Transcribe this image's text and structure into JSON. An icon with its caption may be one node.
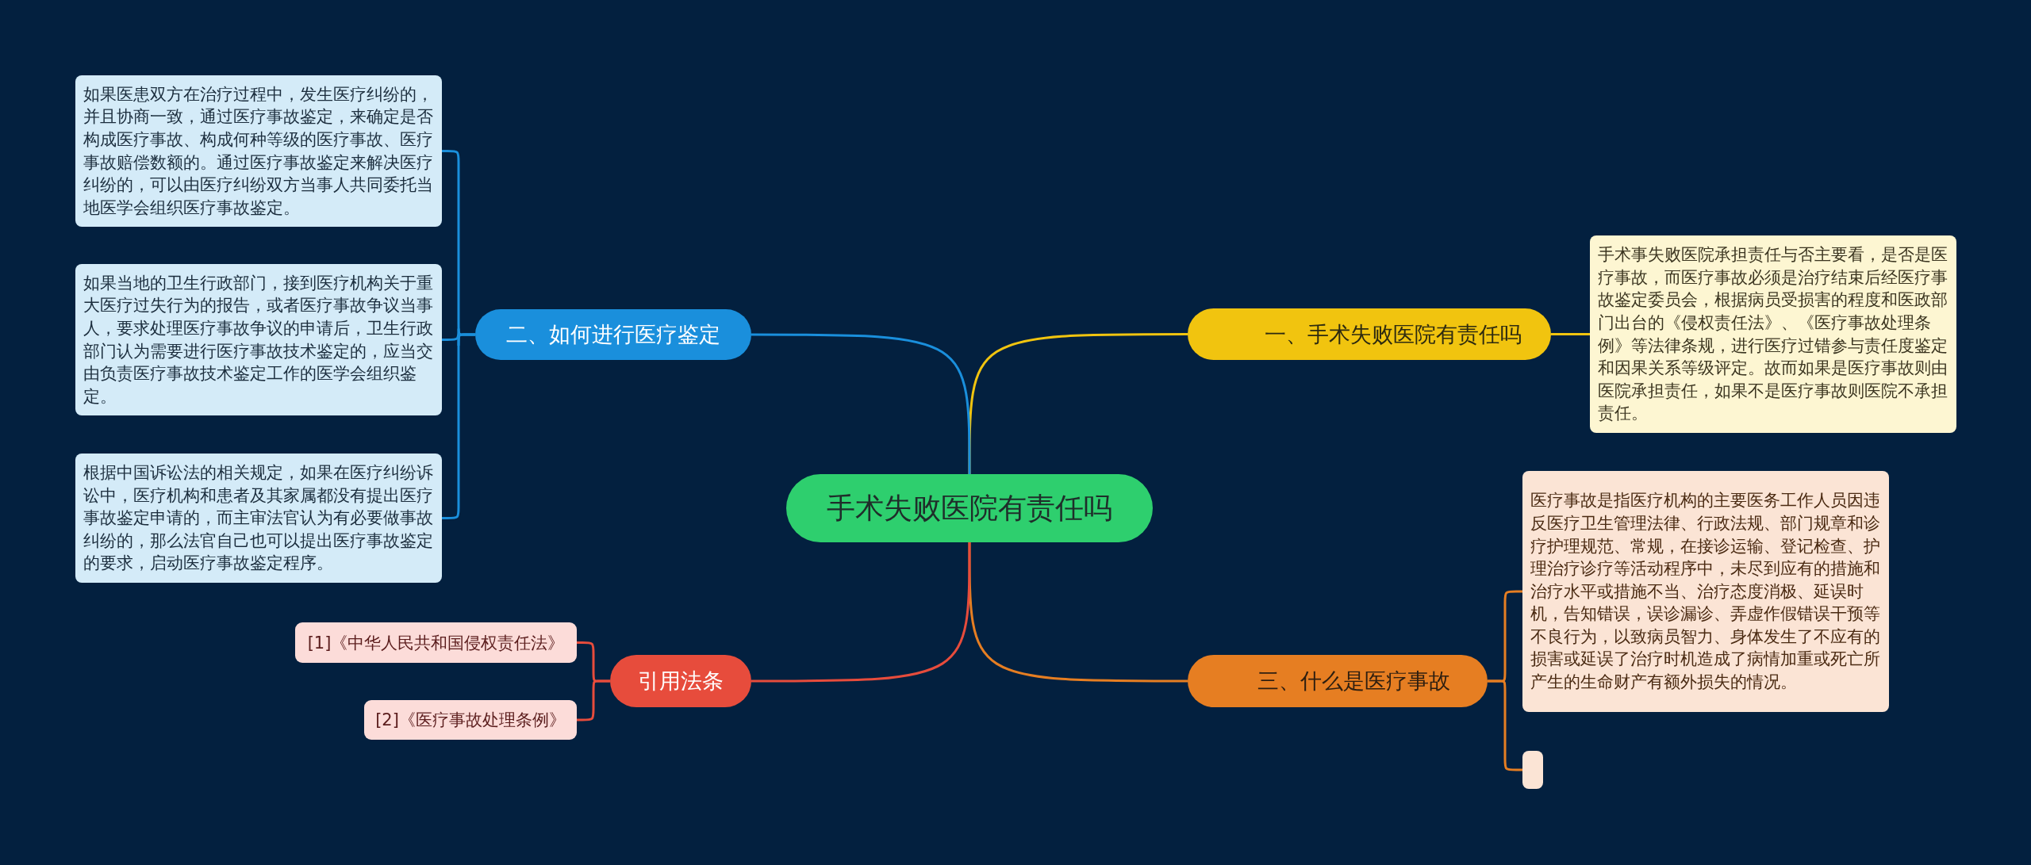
{
  "diagram": {
    "nodes": [
      {
        "text": [
          "手术失败医院有责任吗"
        ]
      },
      {
        "text": [
          "一、手术失败医院有责任吗"
        ]
      },
      {
        "text": [
          "手术事失败医院承担责任与否主要看，是否是医疗事故，而医疗事故必须是治疗结束后经医疗事故鉴定委员会，根据病员受损害的程度和医政部门出台的《侵权责任法》、《医疗事故处理条例》等法律条规，进行医疗过错参与责任度鉴定和因果关系等级评定。故而如果是医疗事故则由医院承担责任，如果不是医疗事故则医院不承担责任。"
        ]
      },
      {
        "text": [
          "二、如何进行医疗鉴定"
        ]
      },
      {
        "text": [
          "如果医患双方在治疗过程中，发生医疗纠纷的，并且协商一致，通过医疗事故鉴定，来确定是否构成医疗事故、构成何种等级的医疗事故、医疗事故赔偿数额的。通过医疗事故鉴定来解决医疗纠纷的，可以由医疗纠纷双方当事人共同委托当地医学会组织医疗事故鉴定。"
        ]
      },
      {
        "text": [
          "如果当地的卫生行政部门，接到医疗机构关于重大医疗过失行为的报告，或者医疗事故争议当事人，要求处理医疗事故争议的申请后，卫生行政部门认为需要进行医疗事故技术鉴定的，应当交由负责医疗事故技术鉴定工作的医学会组织鉴定。"
        ]
      },
      {
        "text": [
          "根据中国诉讼法的相关规定，如果在医疗纠纷诉讼中，医疗机构和患者及其家属都没有提出医疗事故鉴定申请的，而主审法官认为有必要做事故纠纷的，那么法官自己也可以提出医疗事故鉴定的要求，启动医疗事故鉴定程序。"
        ]
      },
      {
        "text": [
          "三、什么是医疗事故"
        ]
      },
      {
        "text": [
          "医疗事故是指医疗机构的主要医务工作人员因违反医疗卫生管理法律、行政法规、部门规章和诊疗护理规范、常规，在接诊运输、登记检查、护理治疗诊疗等活动程序中，未尽到应有的措施和治疗水平或措施不当、治疗态度消极、延误时机，告知错误，误诊漏诊、弄虚作假错误干预等不良行为，以致病员智力、身体发生了不应有的损害或延误了治疗时机造成了病情加重或死亡所产生的生命财产有额外损失的情况。"
        ]
      },
      {
        "text": [],
        "shape": "box"
      },
      {
        "text": [
          "引用法条"
        ]
      },
      {
        "text": [
          "[1]《中华人民共和国侵权责任法》"
        ]
      },
      {
        "text": [
          "[2]《医疗事故处理条例》"
        ]
      }
    ],
    "edges": [
      {
        "from": 0,
        "to": 1,
        "arrow": "none",
        "color": "#f1c40f"
      },
      {
        "from": 1,
        "to": 2,
        "arrow": "none",
        "color": "#f1c40f"
      },
      {
        "from": 0,
        "to": 3,
        "arrow": "none",
        "color": "#1a8fdc"
      },
      {
        "from": 3,
        "to": 4,
        "arrow": "none",
        "color": "#1a8fdc"
      },
      {
        "from": 3,
        "to": 5,
        "arrow": "none",
        "color": "#1a8fdc"
      },
      {
        "from": 3,
        "to": 6,
        "arrow": "none",
        "color": "#1a8fdc"
      },
      {
        "from": 0,
        "to": 7,
        "arrow": "none",
        "color": "#e67e22"
      },
      {
        "from": 7,
        "to": 8,
        "arrow": "none",
        "color": "#e67e22"
      },
      {
        "from": 7,
        "to": 9,
        "arrow": "none",
        "color": "#e67e22"
      },
      {
        "from": 0,
        "to": 10,
        "arrow": "none",
        "color": "#e74c3c"
      },
      {
        "from": 10,
        "to": 11,
        "arrow": "none",
        "color": "#e74c3c"
      },
      {
        "from": 10,
        "to": 12,
        "arrow": "none",
        "color": "#e74c3c"
      }
    ]
  }
}
